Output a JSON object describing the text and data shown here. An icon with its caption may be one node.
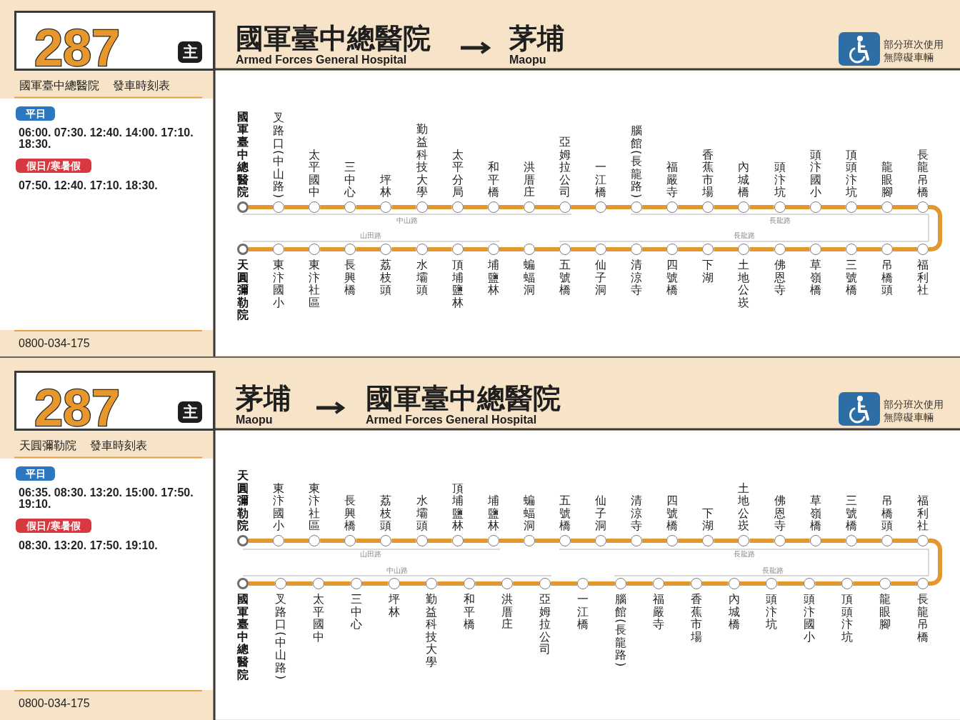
{
  "diagram": {
    "nodes": [
      {
        "text": [
          "287"
        ]
      },
      {
        "text": [
          "主"
        ],
        "in": 0
      },
      {
        "text": [
          "國軍臺中總醫院",
          "Armed Forces General Hospital"
        ]
      },
      {
        "text": [
          "茅埔",
          "Maopu"
        ]
      },
      {
        "text": [
          "平日"
        ],
        "beside": [
          "06:00. 07:30. 12:40. 14:00. 17:10. 18:30."
        ]
      },
      {
        "text": [
          "假日/寒暑假"
        ],
        "beside": [
          "07:50. 12:40. 17:10. 18:30."
        ]
      },
      {
        "text": [
          "國軍臺中總醫院"
        ]
      },
      {
        "text": [
          "叉路口(中山路)"
        ]
      },
      {
        "text": [
          "太平國中"
        ]
      },
      {
        "text": [
          "三中心"
        ]
      },
      {
        "text": [
          "坪林"
        ]
      },
      {
        "text": [
          "勤益科技大學"
        ]
      },
      {
        "text": [
          "太平分局"
        ]
      },
      {
        "text": [
          "和平橋"
        ]
      },
      {
        "text": [
          "洪厝庄"
        ]
      },
      {
        "text": [
          "亞姆拉公司"
        ]
      },
      {
        "text": [
          "一江橋"
        ]
      },
      {
        "text": [
          "腦館(長龍路)"
        ]
      },
      {
        "text": [
          "福嚴寺"
        ]
      },
      {
        "text": [
          "香蕉市場"
        ]
      },
      {
        "text": [
          "內城橋"
        ]
      },
      {
        "text": [
          "頭汴坑"
        ]
      },
      {
        "text": [
          "頭汴國小"
        ]
      },
      {
        "text": [
          "頂頭汴坑"
        ]
      },
      {
        "text": [
          "龍眼腳"
        ]
      },
      {
        "text": [
          "長龍吊橋"
        ]
      },
      {
        "text": [
          "天圓彌勒院"
        ]
      },
      {
        "text": [
          "東汴國小"
        ]
      },
      {
        "text": [
          "東汴社區"
        ]
      },
      {
        "text": [
          "長興橋"
        ]
      },
      {
        "text": [
          "荔枝頭"
        ]
      },
      {
        "text": [
          "水壩頭"
        ]
      },
      {
        "text": [
          "頂埔鹽林"
        ]
      },
      {
        "text": [
          "埔鹽林"
        ]
      },
      {
        "text": [
          "蝙蝠洞"
        ]
      },
      {
        "text": [
          "五號橋"
        ]
      },
      {
        "text": [
          "仙子洞"
        ]
      },
      {
        "text": [
          "清涼寺"
        ]
      },
      {
        "text": [
          "四號橋"
        ]
      },
      {
        "text": [
          "下湖"
        ]
      },
      {
        "text": [
          "土地公崁"
        ]
      },
      {
        "text": [
          "佛恩寺"
        ]
      },
      {
        "text": [
          "草嶺橋"
        ]
      },
      {
        "text": [
          "三號橋"
        ]
      },
      {
        "text": [
          "吊橋頭"
        ]
      },
      {
        "text": [
          "福利社"
        ]
      },
      {
        "text": [
          "287"
        ]
      },
      {
        "text": [
          "主"
        ],
        "in": 46
      },
      {
        "text": [
          "茅埔",
          "Maopu"
        ]
      },
      {
        "text": [
          "國軍臺中總醫院",
          "Armed Forces General Hospital"
        ]
      },
      {
        "text": [
          "平日"
        ],
        "beside": [
          "06:35. 08:30. 13:20. 15:00. 17:50. 19:10."
        ]
      },
      {
        "text": [
          "假日/寒暑假"
        ],
        "beside": [
          "08:30. 13:20. 17:50. 19:10."
        ]
      },
      {
        "text": [
          "天圓彌勒院"
        ]
      },
      {
        "text": [
          "東汴國小"
        ]
      },
      {
        "text": [
          "東汴社區"
        ]
      },
      {
        "text": [
          "長興橋"
        ]
      },
      {
        "text": [
          "荔枝頭"
        ]
      },
      {
        "text": [
          "水壩頭"
        ]
      },
      {
        "text": [
          "頂埔鹽林"
        ]
      },
      {
        "text": [
          "埔鹽林"
        ]
      },
      {
        "text": [
          "蝙蝠洞"
        ]
      },
      {
        "text": [
          "五號橋"
        ]
      },
      {
        "text": [
          "仙子洞"
        ]
      },
      {
        "text": [
          "清涼寺"
        ]
      },
      {
        "text": [
          "四號橋"
        ]
      },
      {
        "text": [
          "下湖"
        ]
      },
      {
        "text": [
          "土地公崁"
        ]
      },
      {
        "text": [
          "佛恩寺"
        ]
      },
      {
        "text": [
          "草嶺橋"
        ]
      },
      {
        "text": [
          "三號橋"
        ]
      },
      {
        "text": [
          "吊橋頭"
        ]
      },
      {
        "text": [
          "福利社"
        ]
      },
      {
        "text": [
          "國軍臺中總醫院"
        ]
      },
      {
        "text": [
          "叉路口(中山路)"
        ]
      },
      {
        "text": [
          "太平國中"
        ]
      },
      {
        "text": [
          "三中心"
        ]
      },
      {
        "text": [
          "坪林"
        ]
      },
      {
        "text": [
          "勤益科技大學"
        ]
      },
      {
        "text": [
          "和平橋"
        ]
      },
      {
        "text": [
          "洪厝庄"
        ]
      },
      {
        "text": [
          "亞姆拉公司"
        ]
      },
      {
        "text": [
          "一江橋"
        ]
      },
      {
        "text": [
          "腦館(長龍路)"
        ]
      },
      {
        "text": [
          "福嚴寺"
        ]
      },
      {
        "text": [
          "香蕉市場"
        ]
      },
      {
        "text": [
          "內城橋"
        ]
      },
      {
        "text": [
          "頭汴坑"
        ]
      },
      {
        "text": [
          "頭汴國小"
        ]
      },
      {
        "text": [
          "頂頭汴坑"
        ]
      },
      {
        "text": [
          "龍眼腳"
        ]
      },
      {
        "text": [
          "長龍吊橋"
        ]
      }
    ],
    "edges": [
      {
        "from": 2,
        "to": 3,
        "arrow": "to",
        "color": "#222222"
      },
      {
        "from": 6,
        "to": 7,
        "arrow": "none"
      },
      {
        "from": 7,
        "to": 8,
        "arrow": "none"
      },
      {
        "from": 8,
        "to": 9,
        "arrow": "none"
      },
      {
        "from": 9,
        "to": 10,
        "arrow": "none"
      },
      {
        "from": 10,
        "to": 11,
        "arrow": "none"
      },
      {
        "from": 11,
        "to": 12,
        "arrow": "none"
      },
      {
        "from": 12,
        "to": 13,
        "arrow": "none"
      },
      {
        "from": 13,
        "to": 14,
        "arrow": "none"
      },
      {
        "from": 14,
        "to": 15,
        "arrow": "none"
      },
      {
        "from": 15,
        "to": 16,
        "arrow": "none"
      },
      {
        "from": 16,
        "to": 17,
        "arrow": "none"
      },
      {
        "from": 17,
        "to": 18,
        "arrow": "none"
      },
      {
        "from": 18,
        "to": 19,
        "arrow": "none"
      },
      {
        "from": 19,
        "to": 20,
        "arrow": "none"
      },
      {
        "from": 20,
        "to": 21,
        "arrow": "none"
      },
      {
        "from": 21,
        "to": 22,
        "arrow": "none"
      },
      {
        "from": 22,
        "to": 23,
        "arrow": "none"
      },
      {
        "from": 23,
        "to": 24,
        "arrow": "none"
      },
      {
        "from": 24,
        "to": 25,
        "arrow": "none"
      },
      {
        "from": 25,
        "to": 45,
        "arrow": "none"
      },
      {
        "from": 45,
        "to": 44,
        "arrow": "none"
      },
      {
        "from": 44,
        "to": 43,
        "arrow": "none"
      },
      {
        "from": 43,
        "to": 42,
        "arrow": "none"
      },
      {
        "from": 42,
        "to": 41,
        "arrow": "none"
      },
      {
        "from": 41,
        "to": 40,
        "arrow": "none"
      },
      {
        "from": 40,
        "to": 39,
        "arrow": "none"
      },
      {
        "from": 39,
        "to": 38,
        "arrow": "none"
      },
      {
        "from": 38,
        "to": 37,
        "arrow": "none"
      },
      {
        "from": 37,
        "to": 36,
        "arrow": "none"
      },
      {
        "from": 36,
        "to": 35,
        "arrow": "none"
      },
      {
        "from": 35,
        "to": 34,
        "arrow": "none"
      },
      {
        "from": 34,
        "to": 33,
        "arrow": "none"
      },
      {
        "from": 33,
        "to": 32,
        "arrow": "none"
      },
      {
        "from": 32,
        "to": 31,
        "arrow": "none"
      },
      {
        "from": 31,
        "to": 30,
        "arrow": "none"
      },
      {
        "from": 30,
        "to": 29,
        "arrow": "none"
      },
      {
        "from": 29,
        "to": 28,
        "arrow": "none"
      },
      {
        "from": 28,
        "to": 27,
        "arrow": "none"
      },
      {
        "from": 27,
        "to": 26,
        "arrow": "none"
      },
      {
        "from": 48,
        "to": 49,
        "arrow": "to",
        "color": "#222222"
      },
      {
        "from": 52,
        "to": 53,
        "arrow": "none"
      },
      {
        "from": 53,
        "to": 54,
        "arrow": "none"
      },
      {
        "from": 54,
        "to": 55,
        "arrow": "none"
      },
      {
        "from": 55,
        "to": 56,
        "arrow": "none"
      },
      {
        "from": 56,
        "to": 57,
        "arrow": "none"
      },
      {
        "from": 57,
        "to": 58,
        "arrow": "none"
      },
      {
        "from": 58,
        "to": 59,
        "arrow": "none"
      },
      {
        "from": 59,
        "to": 60,
        "arrow": "none"
      },
      {
        "from": 60,
        "to": 61,
        "arrow": "none"
      },
      {
        "from": 61,
        "to": 62,
        "arrow": "none"
      },
      {
        "from": 62,
        "to": 63,
        "arrow": "none"
      },
      {
        "from": 63,
        "to": 64,
        "arrow": "none"
      },
      {
        "from": 64,
        "to": 65,
        "arrow": "none"
      },
      {
        "from": 65,
        "to": 66,
        "arrow": "none"
      },
      {
        "from": 66,
        "to": 67,
        "arrow": "none"
      },
      {
        "from": 67,
        "to": 68,
        "arrow": "none"
      },
      {
        "from": 68,
        "to": 69,
        "arrow": "none"
      },
      {
        "from": 69,
        "to": 70,
        "arrow": "none"
      },
      {
        "from": 70,
        "to": 71,
        "arrow": "none"
      },
      {
        "from": 71,
        "to": 90,
        "arrow": "none"
      },
      {
        "from": 90,
        "to": 89,
        "arrow": "none"
      },
      {
        "from": 89,
        "to": 88,
        "arrow": "none"
      },
      {
        "from": 88,
        "to": 87,
        "arrow": "none"
      },
      {
        "from": 87,
        "to": 86,
        "arrow": "none"
      },
      {
        "from": 86,
        "to": 85,
        "arrow": "none"
      },
      {
        "from": 85,
        "to": 84,
        "arrow": "none"
      },
      {
        "from": 84,
        "to": 83,
        "arrow": "none"
      },
      {
        "from": 83,
        "to": 82,
        "arrow": "none"
      },
      {
        "from": 82,
        "to": 81,
        "arrow": "none"
      },
      {
        "from": 81,
        "to": 80,
        "arrow": "none"
      },
      {
        "from": 80,
        "to": 79,
        "arrow": "none"
      },
      {
        "from": 79,
        "to": 78,
        "arrow": "none"
      },
      {
        "from": 78,
        "to": 77,
        "arrow": "none"
      },
      {
        "from": 77,
        "to": 76,
        "arrow": "none"
      },
      {
        "from": 76,
        "to": 75,
        "arrow": "none"
      },
      {
        "from": 75,
        "to": 74,
        "arrow": "none"
      },
      {
        "from": 74,
        "to": 73,
        "arrow": "none"
      },
      {
        "from": 73,
        "to": 72,
        "arrow": "none"
      }
    ],
    "labels": [
      "部分班次使用無障礙車輛",
      "國軍臺中總醫院 發車時刻表",
      "中山路",
      "長龍路",
      "山田路",
      "長龍路",
      "0800-034-175",
      "部分班次使用無障礙車輛",
      "天圓彌勒院 發車時刻表",
      "山田路",
      "長龍路",
      "中山路",
      "長龍路",
      "0800-034-175"
    ]
  }
}
